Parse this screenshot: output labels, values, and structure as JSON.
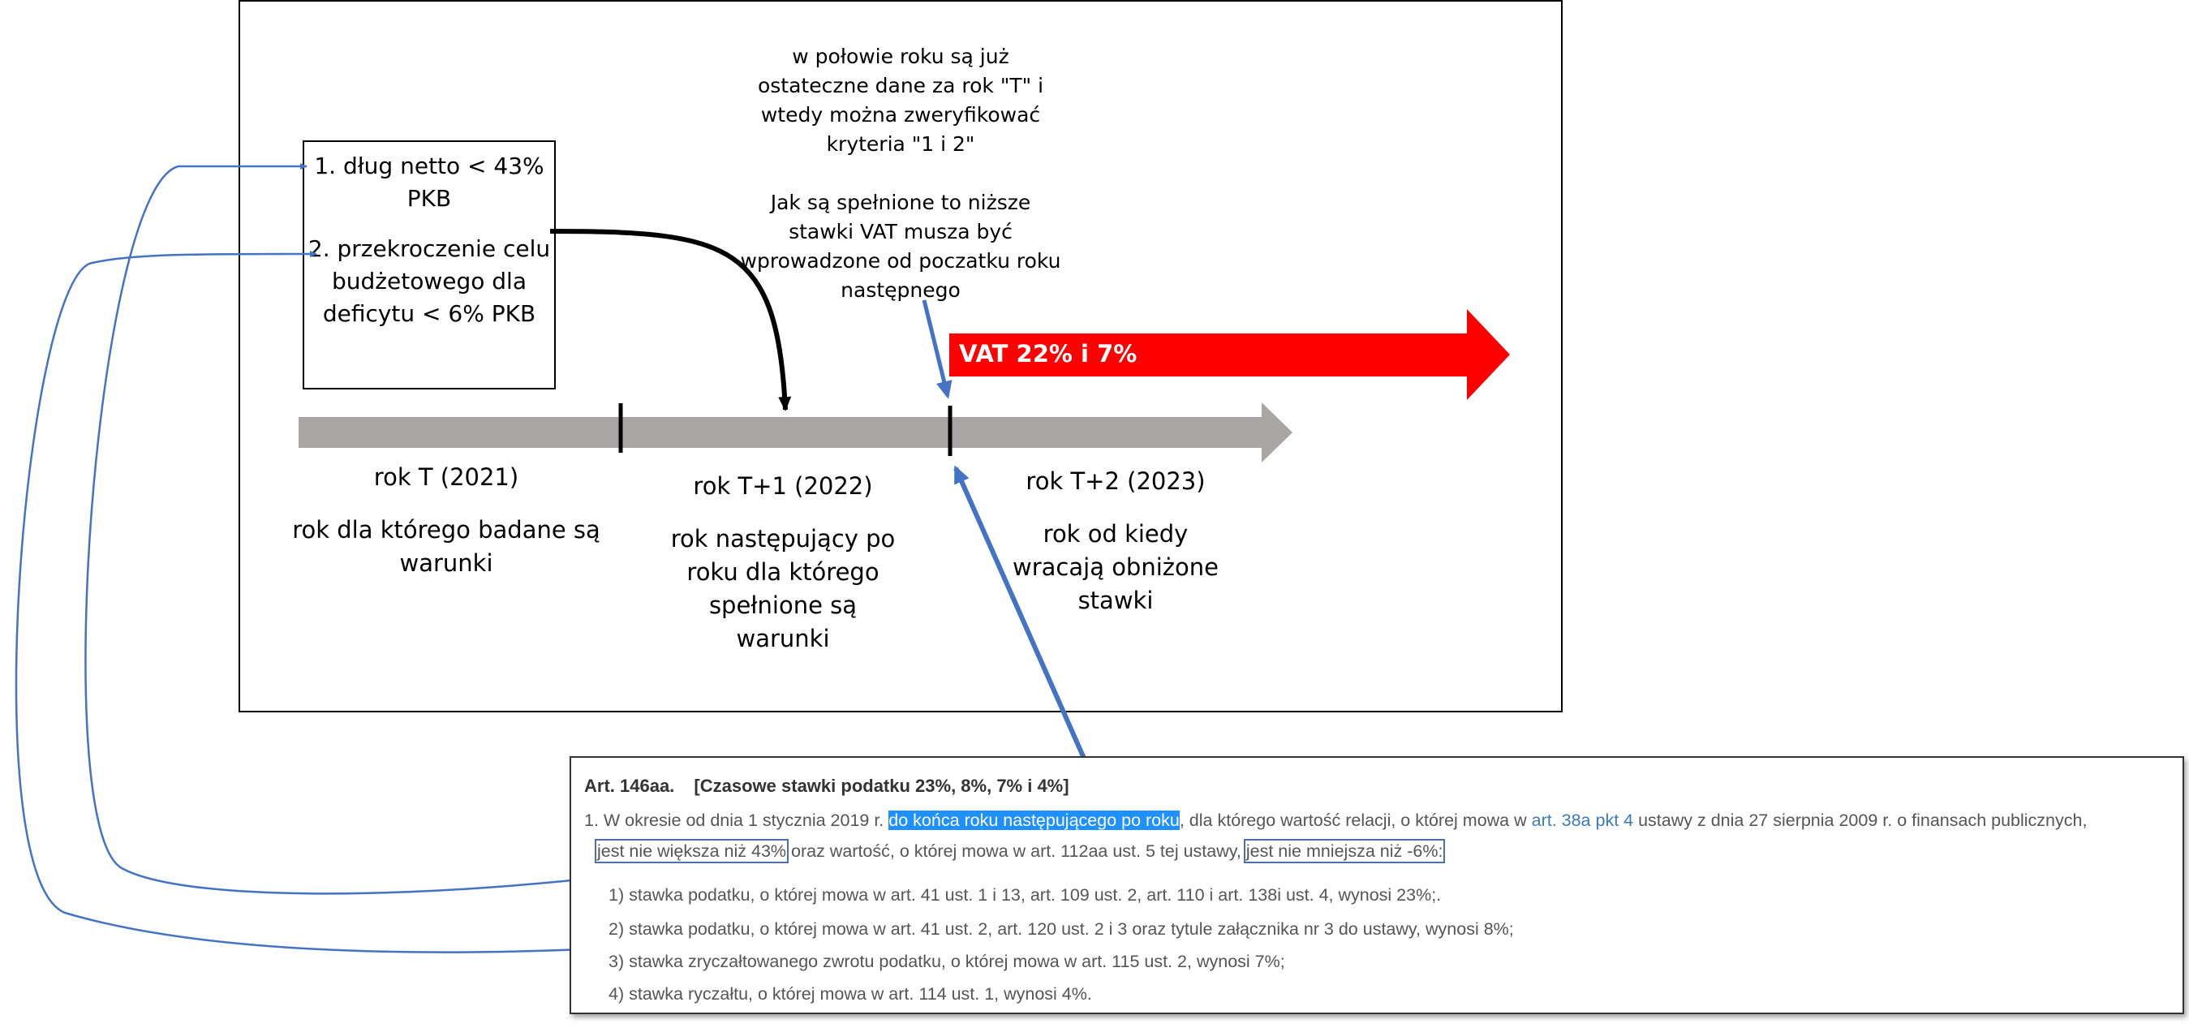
{
  "note": {
    "para1": "w połowie roku są już ostateczne dane za rok \"T\" i wtedy można zweryfikować kryteria \"1 i 2\"",
    "para2": "Jak są spełnione to niższe stawki VAT musza być wprowadzone od poczatku roku następnego"
  },
  "criteria": {
    "c1": "1. dług netto < 43% PKB",
    "c2": "2. przekroczenie celu budżetowego dla deficytu < 6% PKB"
  },
  "vat_arrow": {
    "label": "VAT 22% i 7%",
    "color": "#ff0000"
  },
  "timeline": {
    "color": "#a9a5a5",
    "years": [
      {
        "name": "rok T (2021)",
        "desc": "rok dla którego badane są warunki"
      },
      {
        "name": "rok T+1 (2022)",
        "desc": "rok następujący po roku dla którego spełnione są warunki"
      },
      {
        "name": "rok T+2 (2023)",
        "desc": "rok od kiedy wracają obniżone stawki"
      }
    ]
  },
  "law": {
    "article": "Art. 146aa.",
    "title": "[Czasowe stawki podatku 23%, 8%, 7% i 4%]",
    "p1_prefix": "1.  W okresie od dnia 1 stycznia 2019 r. ",
    "p1_highlight": "do końca roku następującego po roku",
    "p1_mid": ", dla którego wartość relacji, o której mowa w ",
    "p1_link": "art. 38a pkt 4",
    "p1_rest": " ustawy z dnia 27 sierpnia 2009 r. o finansach publicznych,",
    "p1_box1": "jest nie większa niż 43%",
    "p1_mid2": " oraz wartość, o której mowa w art. 112aa ust. 5 tej ustawy,",
    "p1_box2": "jest nie mniejsza niż -6%:",
    "items": [
      "1)  stawka podatku, o której mowa w art. 41 ust. 1 i 13, art. 109 ust. 2, art. 110 i art. 138i ust. 4, wynosi 23%;.",
      "2)  stawka podatku, o której mowa w art. 41 ust. 2, art. 120 ust. 2 i 3 oraz tytule załącznika nr 3 do ustawy, wynosi 8%;",
      "3)  stawka zryczałtowanego zwrotu podatku, o której mowa w art. 115 ust. 2, wynosi 7%;",
      "4)  stawka ryczałtu, o której mowa w art. 114 ust. 1, wynosi 4%."
    ]
  },
  "colors": {
    "connector_blue": "#4472c4",
    "highlight_blue": "#1e90ff"
  }
}
